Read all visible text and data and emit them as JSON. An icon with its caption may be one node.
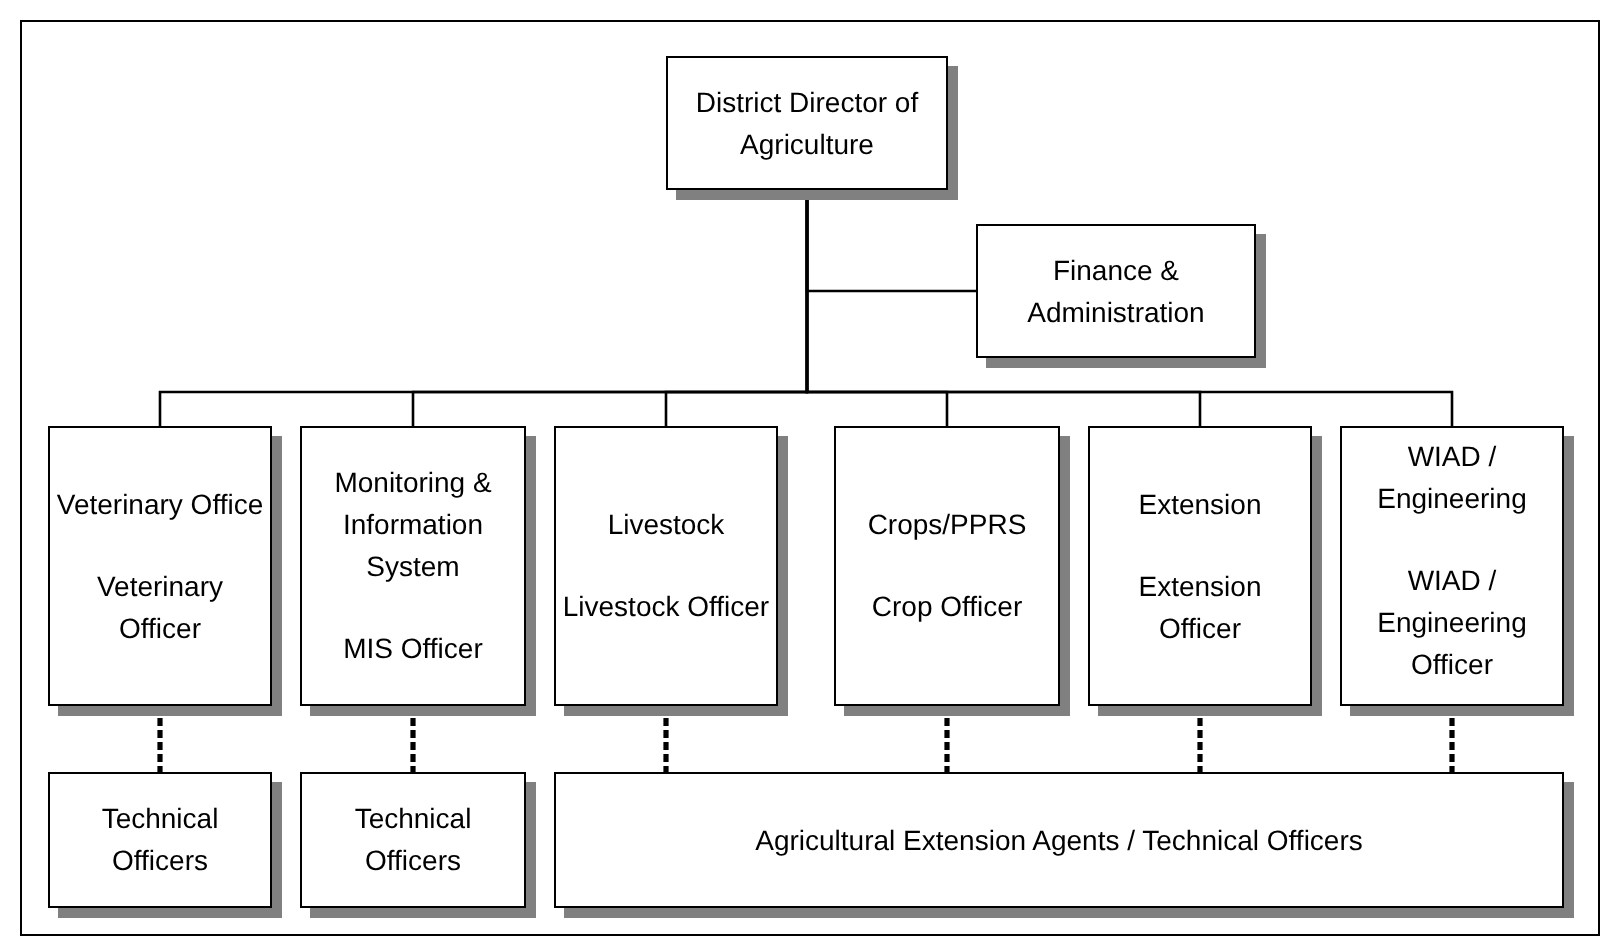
{
  "diagram": {
    "nodes": [
      {
        "text": [
          "District Director of Agriculture"
        ]
      },
      {
        "text": [
          "Finance & Administration"
        ]
      },
      {
        "text": [
          "Veterinary Office",
          "Veterinary Officer"
        ]
      },
      {
        "text": [
          "Monitoring & Information System",
          "MIS Officer"
        ]
      },
      {
        "text": [
          "Livestock",
          "Livestock Officer"
        ]
      },
      {
        "text": [
          "Crops/PPRS",
          "Crop Officer"
        ]
      },
      {
        "text": [
          "Extension",
          "Extension Officer"
        ]
      },
      {
        "text": [
          "WIAD / Engineering",
          "WIAD / Engineering Officer"
        ]
      },
      {
        "text": [
          "Technical Officers"
        ]
      },
      {
        "text": [
          "Technical Officers"
        ]
      },
      {
        "text": [
          "Agricultural Extension Agents / Technical Officers"
        ]
      }
    ],
    "edges": [
      {
        "from": 0,
        "to": 1,
        "arrow": "none"
      },
      {
        "from": 0,
        "to": 2,
        "arrow": "none"
      },
      {
        "from": 0,
        "to": 3,
        "arrow": "none"
      },
      {
        "from": 0,
        "to": 4,
        "arrow": "none"
      },
      {
        "from": 0,
        "to": 5,
        "arrow": "none"
      },
      {
        "from": 0,
        "to": 6,
        "arrow": "none"
      },
      {
        "from": 0,
        "to": 7,
        "arrow": "none"
      },
      {
        "from": 2,
        "to": 8,
        "arrow": "none",
        "style": "dashed"
      },
      {
        "from": 3,
        "to": 9,
        "arrow": "none",
        "style": "dashed"
      },
      {
        "from": 4,
        "to": 10,
        "arrow": "none",
        "style": "dashed"
      },
      {
        "from": 5,
        "to": 10,
        "arrow": "none",
        "style": "dashed"
      },
      {
        "from": 6,
        "to": 10,
        "arrow": "none",
        "style": "dashed"
      },
      {
        "from": 7,
        "to": 10,
        "arrow": "none",
        "style": "dashed"
      }
    ]
  }
}
